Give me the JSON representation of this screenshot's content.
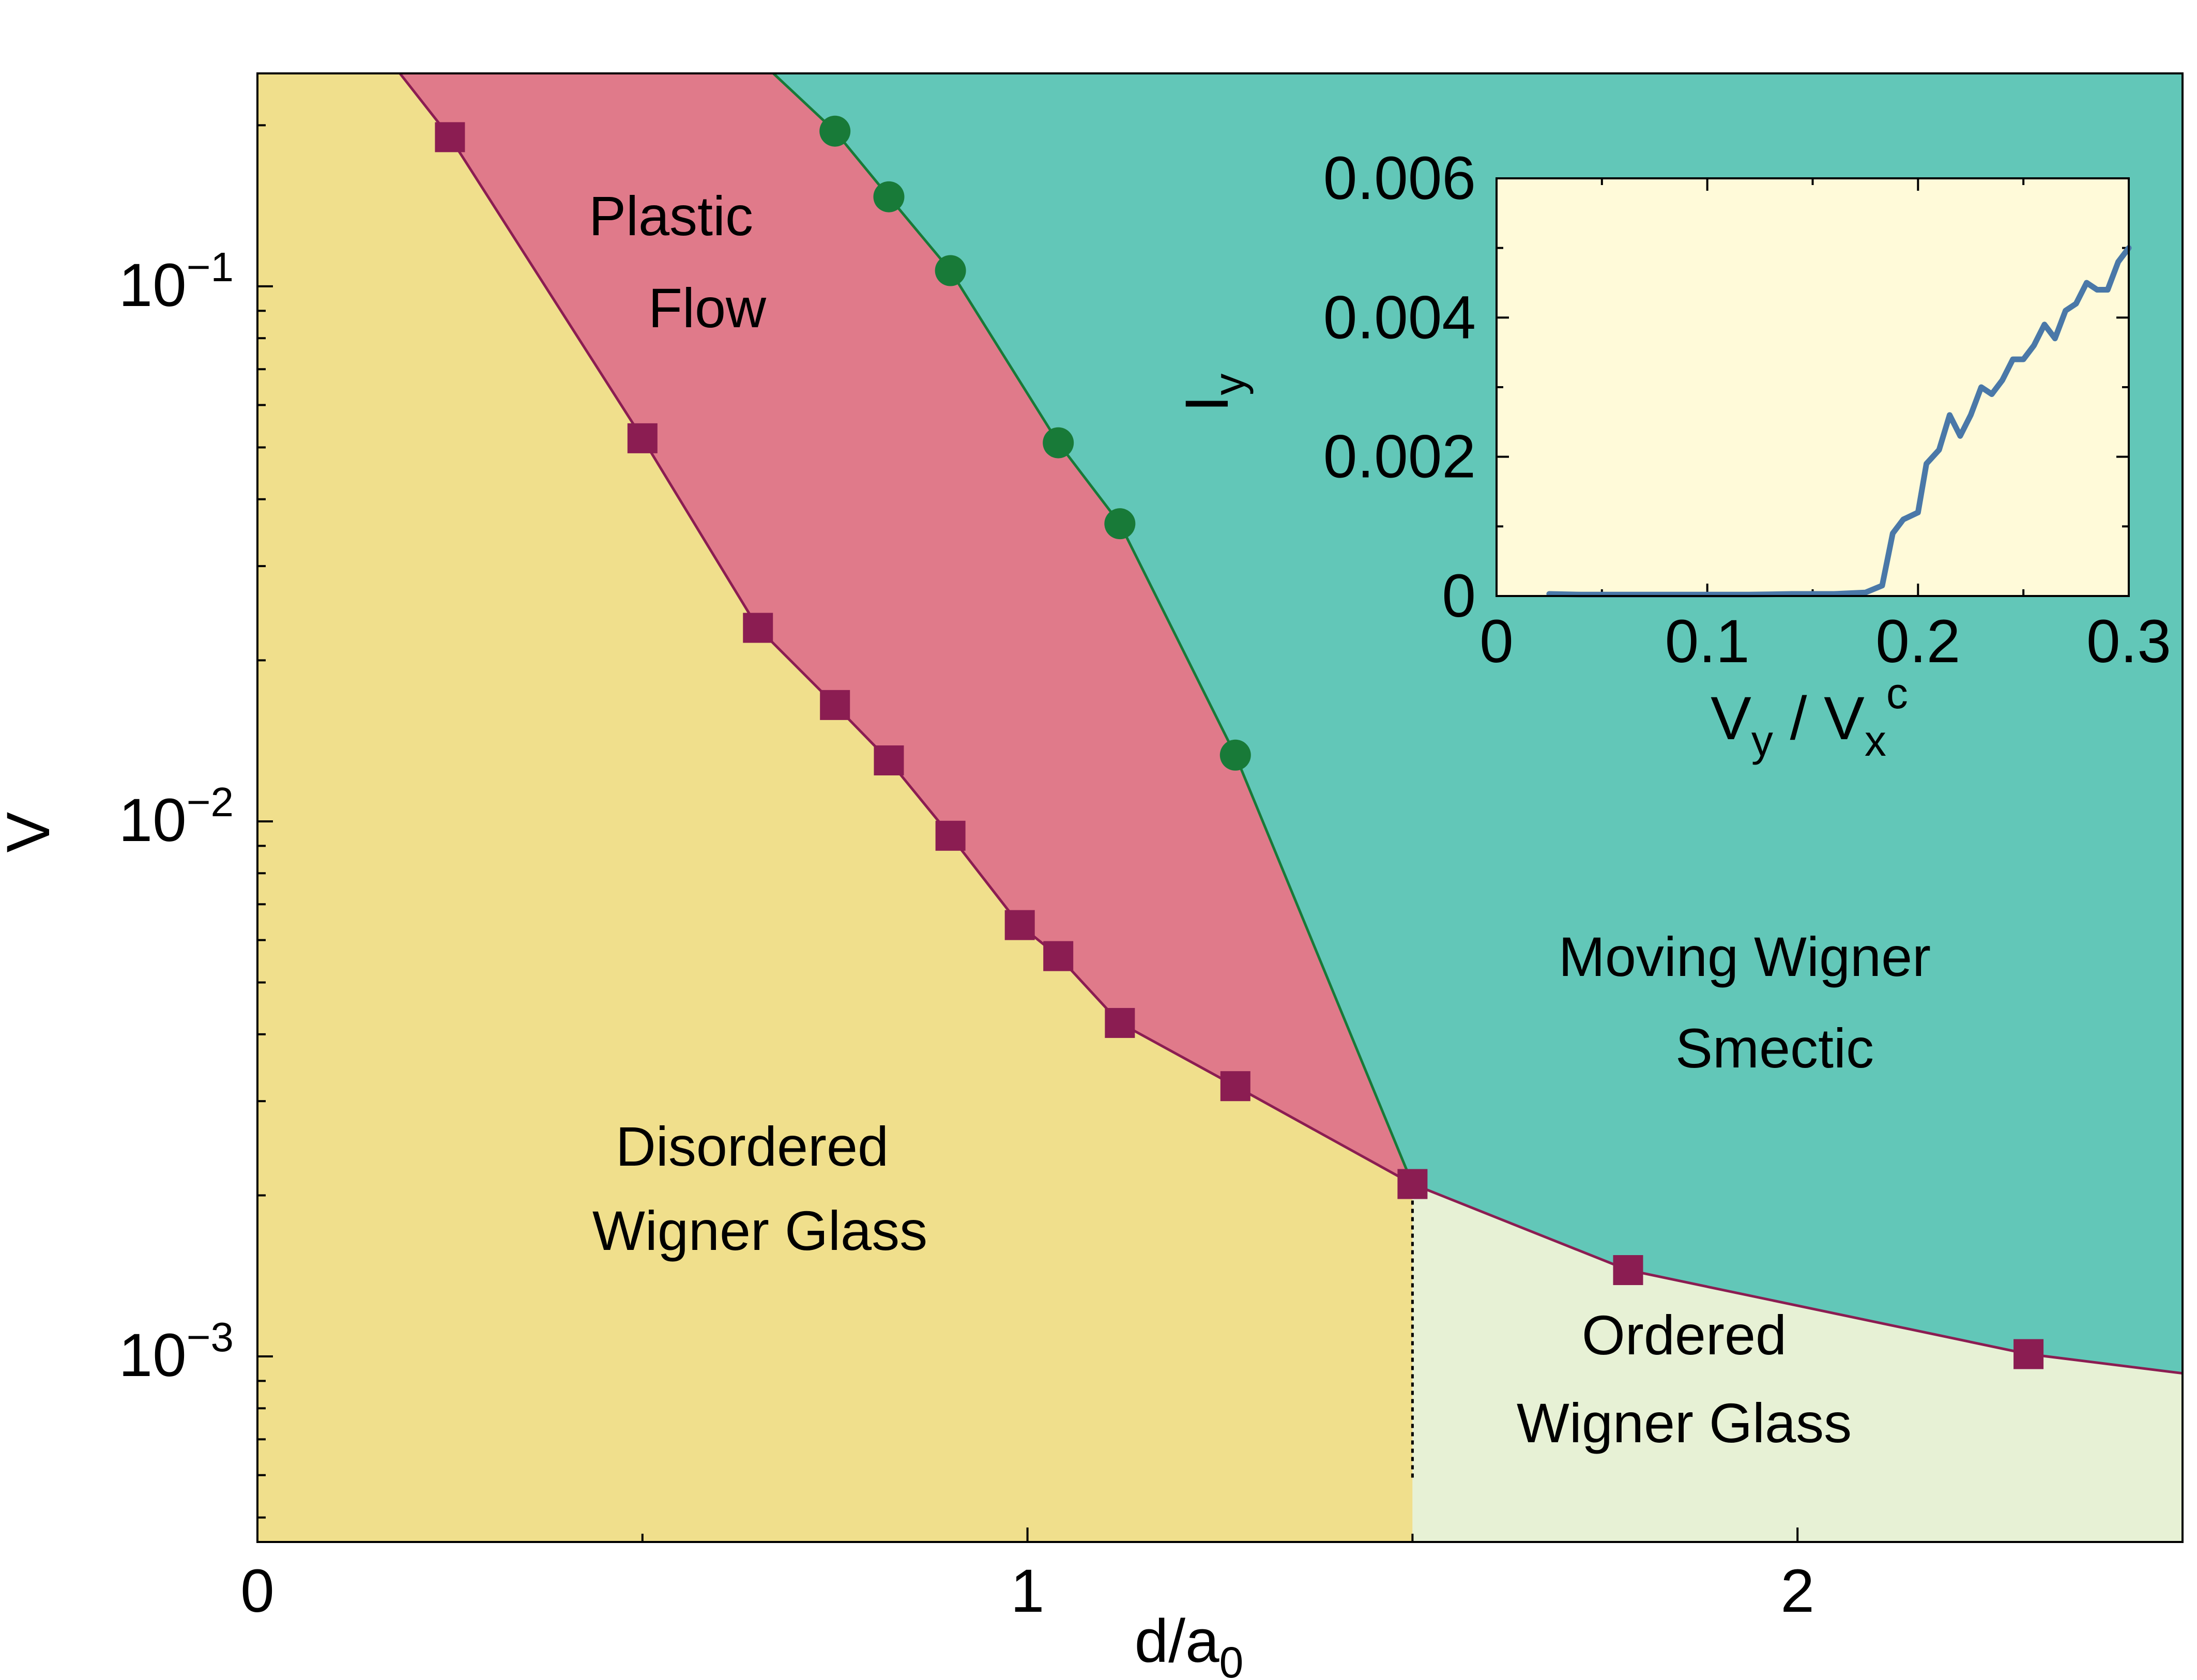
{
  "chart_data": [
    {
      "type": "scatter",
      "xlabel": "d/a",
      "xlabel_sub": "0",
      "ylabel": "V",
      "x_axis": {
        "range": [
          0,
          2.5
        ],
        "ticks": [
          0,
          1,
          2
        ],
        "tick_labels": [
          "0",
          "1",
          "2"
        ]
      },
      "y_axis": {
        "scale": "log",
        "range": [
          0.00045,
          0.25
        ],
        "major_ticks": [
          0.001,
          0.01,
          0.1
        ],
        "tick_labels": [
          {
            "base": "10",
            "exp": "−3"
          },
          {
            "base": "10",
            "exp": "−2"
          },
          {
            "base": "10",
            "exp": "−1"
          }
        ]
      },
      "colors": {
        "disordered_glass": "#f0df8c",
        "plastic_flow": "#e07a8a",
        "moving_smectic": "#62c7b8",
        "ordered_glass": "#e7f1d5",
        "square_marker": "#8b1d52",
        "circle_marker": "#187a38"
      },
      "regions": [
        {
          "lines": [
            "Plastic",
            "Flow"
          ],
          "color": "#e07a8a"
        },
        {
          "lines": [
            "Moving Wigner",
            "Smectic"
          ],
          "color": "#62c7b8"
        },
        {
          "lines": [
            "Disordered",
            "Wigner Glass"
          ],
          "color": "#f0df8c"
        },
        {
          "lines": [
            "Ordered",
            "Wigner Glass"
          ],
          "color": "#e7f1d5"
        }
      ],
      "series": [
        {
          "marker": "square",
          "color": "#8b1d52",
          "x": [
            0.25,
            0.5,
            0.65,
            0.75,
            0.82,
            0.9,
            0.99,
            1.04,
            1.12,
            1.27,
            1.5,
            1.78,
            2.3
          ],
          "y": [
            0.19,
            0.052,
            0.023,
            0.0165,
            0.013,
            0.0094,
            0.0064,
            0.0056,
            0.0042,
            0.0032,
            0.0021,
            0.00145,
            0.00101
          ]
        },
        {
          "marker": "circle",
          "color": "#187a38",
          "x": [
            0.75,
            0.82,
            0.9,
            1.04,
            1.12,
            1.27,
            1.5
          ],
          "y": [
            0.195,
            0.147,
            0.107,
            0.051,
            0.036,
            0.0133,
            0.0021
          ]
        }
      ]
    },
    {
      "type": "line",
      "xlabel": "V",
      "xlabel_sub": "y",
      "xlabel_mid": " / V",
      "xlabel_sub2": "x",
      "xlabel_sup2": "c",
      "ylabel": "I",
      "ylabel_sub": "y",
      "xlim": [
        0,
        0.3
      ],
      "ylim": [
        0,
        0.006
      ],
      "x_ticks": [
        0,
        0.1,
        0.2,
        0.3
      ],
      "x_tick_labels": [
        "0",
        "0.1",
        "0.2",
        "0.3"
      ],
      "y_ticks": [
        0,
        0.002,
        0.004,
        0.006
      ],
      "y_tick_labels": [
        "0",
        "0.002",
        "0.004",
        "0.006"
      ],
      "colors": {
        "background": "#fffad9",
        "line": "#4a78a8"
      },
      "x": [
        0.025,
        0.04,
        0.06,
        0.08,
        0.1,
        0.12,
        0.14,
        0.16,
        0.175,
        0.183,
        0.188,
        0.193,
        0.2,
        0.204,
        0.21,
        0.215,
        0.22,
        0.225,
        0.23,
        0.235,
        0.24,
        0.245,
        0.25,
        0.255,
        0.26,
        0.265,
        0.27,
        0.275,
        0.28,
        0.285,
        0.29,
        0.295,
        0.3
      ],
      "y": [
        3e-05,
        2e-05,
        2e-05,
        2e-05,
        2e-05,
        2e-05,
        3e-05,
        3e-05,
        5e-05,
        0.00015,
        0.0009,
        0.0011,
        0.0012,
        0.0019,
        0.0021,
        0.0026,
        0.0023,
        0.0026,
        0.003,
        0.0029,
        0.0031,
        0.0034,
        0.0034,
        0.0036,
        0.0039,
        0.0037,
        0.0041,
        0.0042,
        0.0045,
        0.0044,
        0.0044,
        0.0048,
        0.005
      ]
    }
  ]
}
